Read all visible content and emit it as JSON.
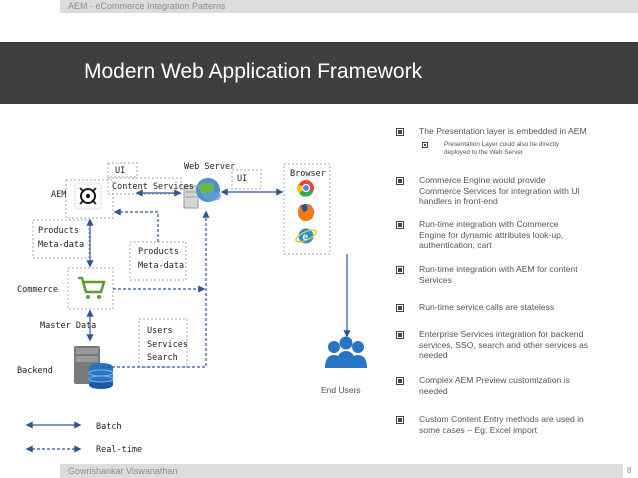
{
  "header": {
    "breadcrumb": "AEM - eCommerce Integration Patterns"
  },
  "slide": {
    "title": "Modern Web Application Framework"
  },
  "diagram": {
    "labels": {
      "aem": "AEM",
      "ui_left": "UI",
      "content_services": "Content Services",
      "web_server": "Web Server",
      "ui_right": "UI",
      "browser": "Browser",
      "products_1": "Products",
      "metadata_1": "Meta-data",
      "products_2": "Products",
      "metadata_2": "Meta-data",
      "commerce": "Commerce",
      "master_data": "Master Data",
      "users": "Users",
      "services": "Services",
      "search": "Search",
      "backend": "Backend",
      "end_users": "End Users"
    },
    "legend": {
      "batch": "Batch",
      "realtime": "Real-time"
    }
  },
  "bullets": [
    {
      "text": "The Presentation layer is embedded in AEM",
      "sub": [
        "Presentation Layer could also be directly",
        "deployed to the Web Server"
      ]
    },
    {
      "lines": [
        "Commerce Engine would provide",
        "Commerce Services for integration with UI",
        "handlers in front-end"
      ]
    },
    {
      "lines": [
        "Run-time integration with Commerce",
        "Engine for dynamic attributes look-up,",
        "authentication, cart"
      ]
    },
    {
      "lines": [
        "Run-time integration with AEM for content",
        "Services"
      ]
    },
    {
      "lines": [
        "Run-time service calls are stateless"
      ]
    },
    {
      "lines": [
        "Enterprise Services integration for backend",
        "services, SSO, search and other services as",
        "needed"
      ]
    },
    {
      "lines": [
        "Complex AEM Preview customization is",
        "needed"
      ]
    },
    {
      "lines": [
        "Custom Content Entry methods are used in",
        "some cases – Eg: Excel import"
      ]
    }
  ],
  "footer": {
    "author": "Gowrishankar Viswanathan",
    "page": "8"
  },
  "colors": {
    "title_bar": "#3f3f3f",
    "arrow_blue": "#2e5597",
    "accent_bar": "#dcdcdc"
  }
}
